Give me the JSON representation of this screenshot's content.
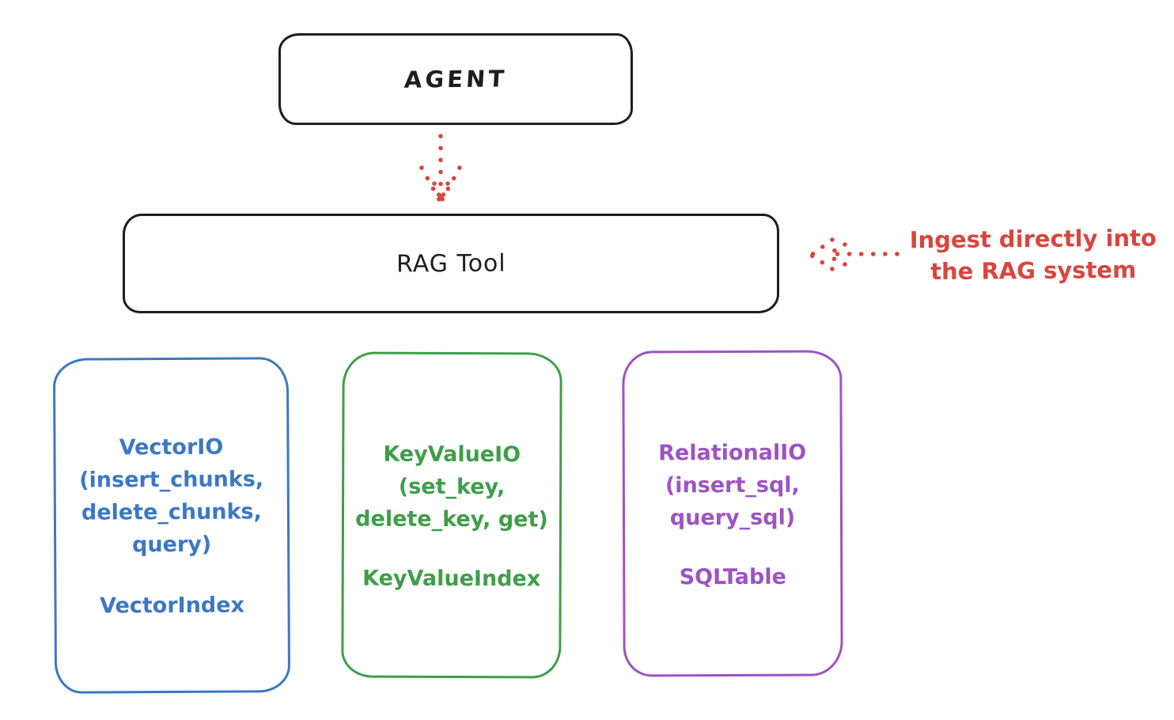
{
  "diagram": {
    "title_semantic": "RAG Tool architecture diagram",
    "colors": {
      "ink": "#1e1e1e",
      "red": "#d9453d",
      "blue": "#3b78c3",
      "green": "#3f9e49",
      "purple": "#9d53c3",
      "background": "#ffffff"
    },
    "agent": {
      "label": "AGENT"
    },
    "rag_tool": {
      "label": "RAG Tool"
    },
    "annotation": {
      "line1": "Ingest directly into",
      "line2": "the RAG system"
    },
    "backends": {
      "vector": {
        "line1": "VectorIO",
        "line2": "(insert_chunks,",
        "line3": "delete_chunks,",
        "line4": "query)",
        "index": "VectorIndex",
        "color": "#3b78c3"
      },
      "keyvalue": {
        "line1": "KeyValueIO",
        "line2": "(set_key,",
        "line3": "delete_key, get)",
        "index": "KeyValueIndex",
        "color": "#3f9e49"
      },
      "relational": {
        "line1": "RelationalIO",
        "line2": "(insert_sql,",
        "line3": "query_sql)",
        "index": "SQLTable",
        "color": "#9d53c3"
      }
    },
    "edges": {
      "agent_to_ragtool": "dotted red arrow, AGENT down to RAG Tool",
      "annotation_to_ragtool": "dotted red arrow, annotation left to RAG Tool"
    }
  }
}
